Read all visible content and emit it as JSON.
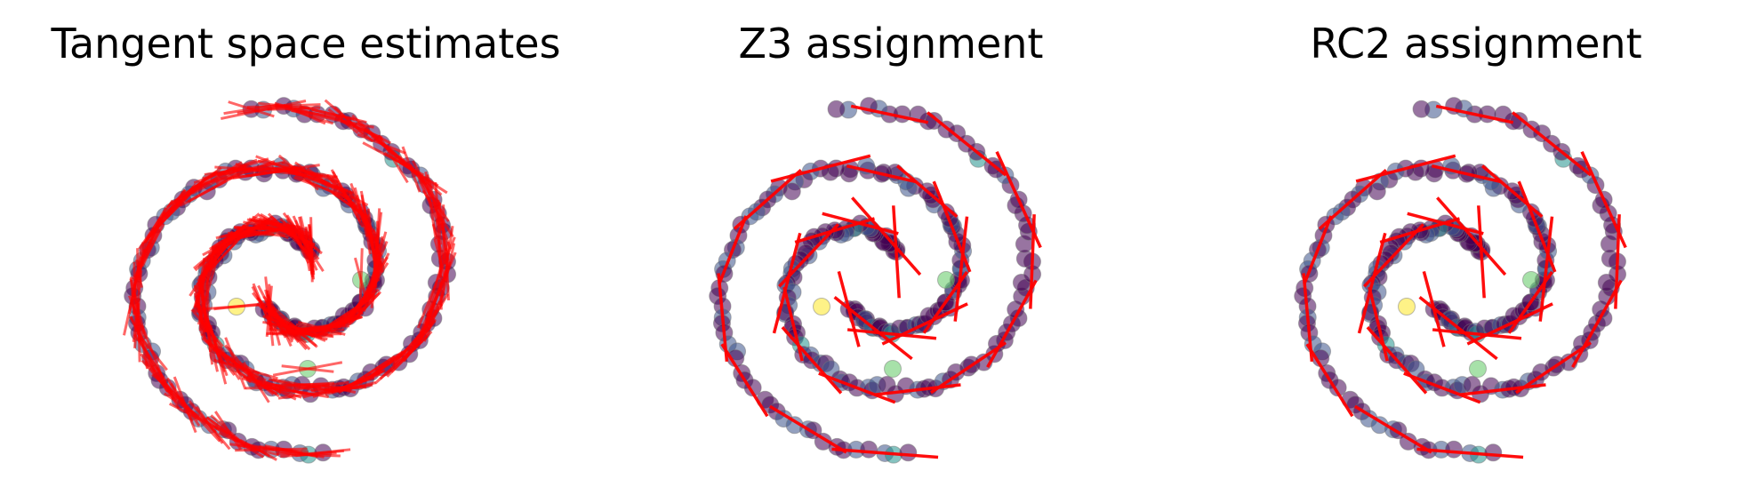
{
  "panels": [
    {
      "title": "Tangent space estimates",
      "chart_data": {
        "type": "scatter",
        "title": "Tangent space estimates",
        "description_lines": "dense tangent segments at every point",
        "axes": "off"
      }
    },
    {
      "title": "Z3 assignment",
      "chart_data": {
        "type": "scatter",
        "title": "Z3 assignment",
        "axes": "off"
      }
    },
    {
      "title": "RC2 assignment",
      "chart_data": {
        "type": "scatter",
        "title": "RC2 assignment",
        "axes": "off"
      }
    }
  ],
  "colors": {
    "line": "#ff0000",
    "viridis": [
      "#440154",
      "#3b528b",
      "#21918c",
      "#5ec962",
      "#fde725"
    ]
  }
}
